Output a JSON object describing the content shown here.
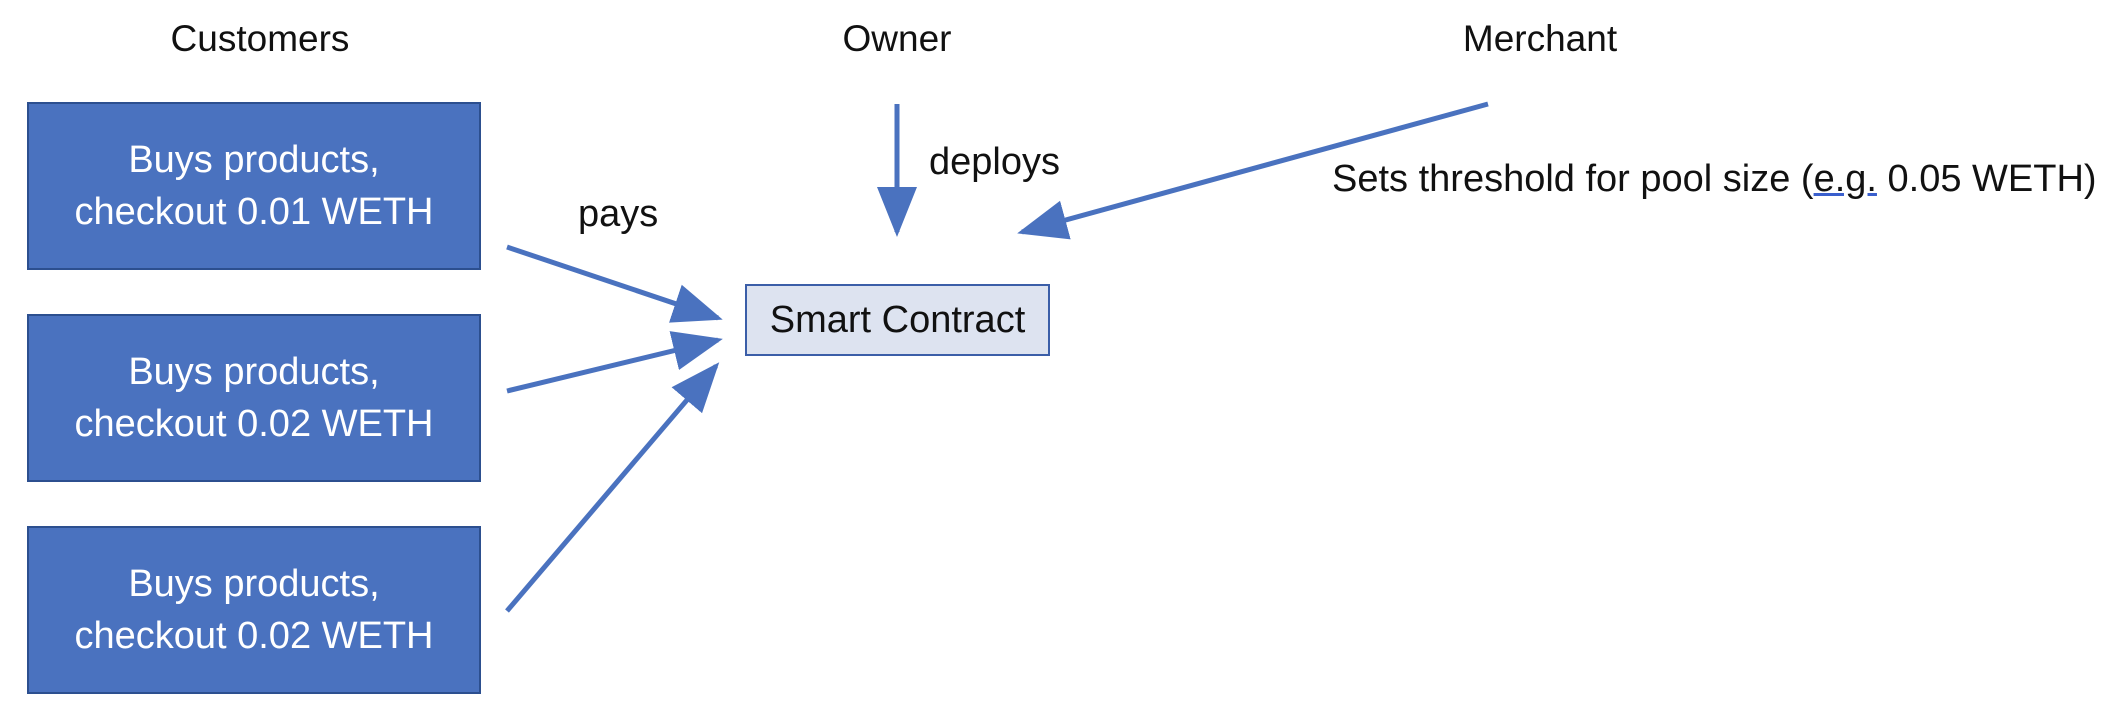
{
  "headings": {
    "customers": "Customers",
    "owner": "Owner",
    "merchant": "Merchant"
  },
  "customer_boxes": [
    {
      "line1": "Buys products,",
      "line2": "checkout 0.01 WETH"
    },
    {
      "line1": "Buys products,",
      "line2": "checkout 0.02 WETH"
    },
    {
      "line1": "Buys products,",
      "line2": "checkout 0.02 WETH"
    }
  ],
  "smart_contract": "Smart Contract",
  "edge_labels": {
    "pays": "pays",
    "deploys": "deploys",
    "threshold_prefix": "Sets threshold for pool size (",
    "threshold_abbrev": "e.g.",
    "threshold_suffix": " 0.05 WETH)"
  },
  "colors": {
    "box_fill": "#4a72bf",
    "box_border": "#2c4f8f",
    "contract_fill": "#dde3f0",
    "arrow": "#4a72bf"
  }
}
